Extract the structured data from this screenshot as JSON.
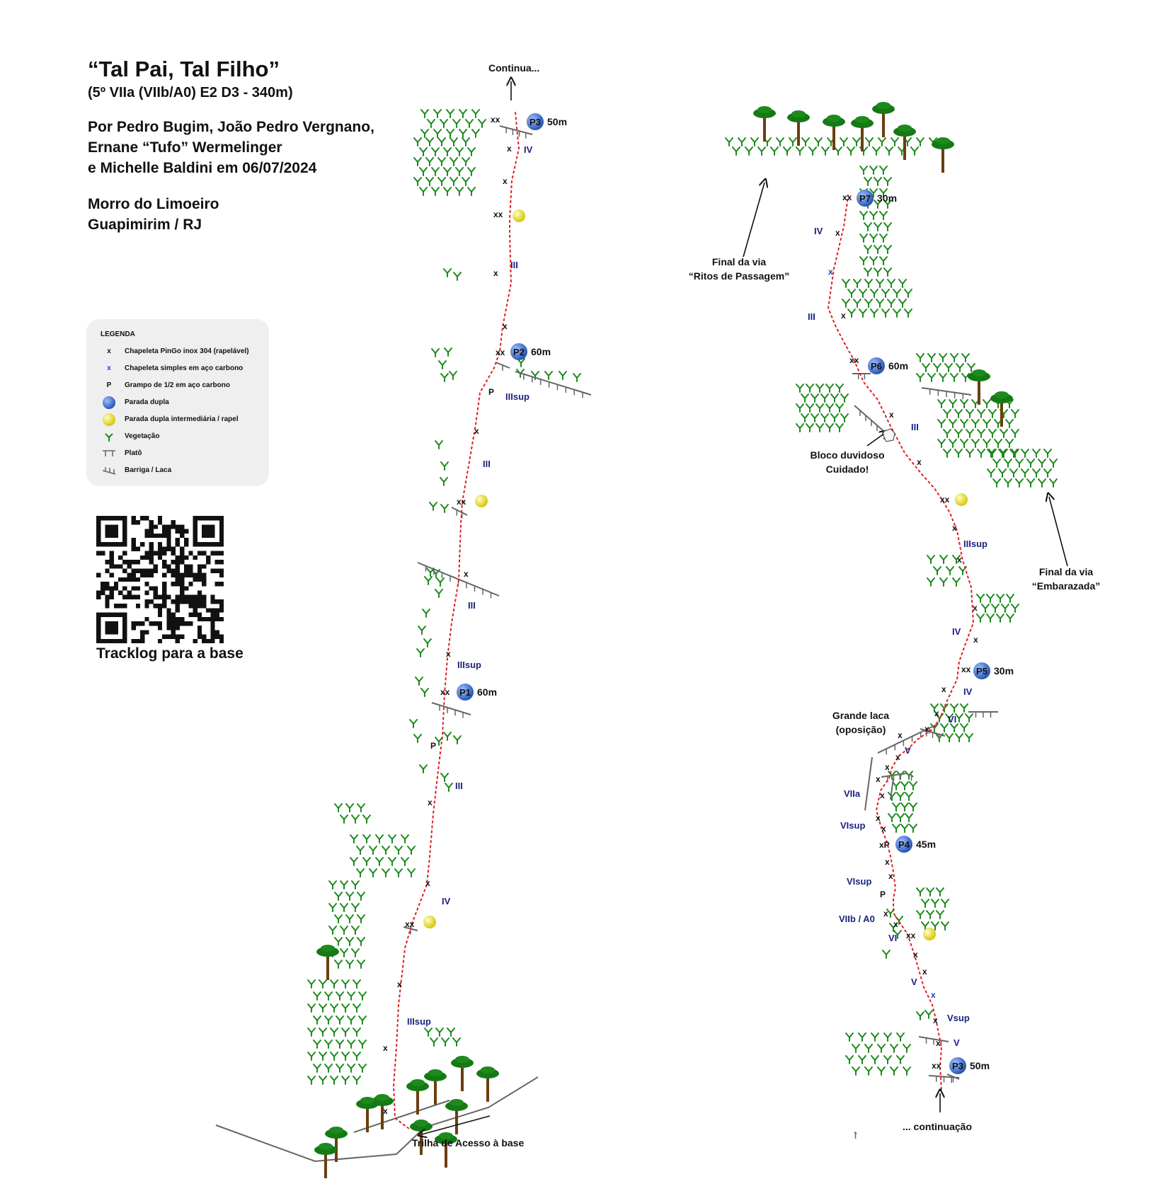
{
  "header": {
    "title": "“Tal Pai, Tal Filho”",
    "subtitle": "(5º VIIa (VIIb/A0) E2 D3 - 340m)",
    "authors_line1": "Por Pedro Bugim, João Pedro Vergnano,",
    "authors_line2": "Ernane “Tufo” Wermelinger",
    "authors_line3": "e Michelle Baldini em 06/07/2024",
    "location_line1": "Morro do Limoeiro",
    "location_line2": "Guapimirim / RJ"
  },
  "legend": {
    "title": "LEGENDA",
    "items": [
      {
        "symbol": "x",
        "color": "#111111",
        "label": "Chapeleta PinGo inox 304 (rapelável)"
      },
      {
        "symbol": "x",
        "color": "#1a3fd0",
        "label": "Chapeleta simples em aço carbono"
      },
      {
        "symbol": "P",
        "color": "#111111",
        "label": "Grampo de 1/2 em aço carbono"
      },
      {
        "symbol": "blue-ball",
        "color": "#2f63c9",
        "label": "Parada dupla"
      },
      {
        "symbol": "yellow-ball",
        "color": "#f0e020",
        "label": "Parada dupla intermediária / rapel"
      },
      {
        "symbol": "vegetation",
        "color": "#1e8a1e",
        "label": "Vegetação"
      },
      {
        "symbol": "plato",
        "color": "#666666",
        "label": "Platô"
      },
      {
        "symbol": "barriga",
        "color": "#666666",
        "label": "Barriga / Laca"
      }
    ]
  },
  "qr_label": "Tracklog para a base",
  "colors": {
    "rope": "#e02020",
    "anchor_blue": "#2f63c9",
    "anchor_yellow": "#f0e020",
    "vegetation": "#1e8a1e",
    "ledge": "#666666",
    "grade_text": "#1a237e"
  },
  "topo_labels": {
    "continua": "Continua...",
    "continuacao": "... continuação",
    "trilha": "Trilha de Acesso à base",
    "final_ritos_1": "Final da via",
    "final_ritos_2": "“Ritos de Passagem”",
    "final_embarazada_1": "Final da via",
    "final_embarazada_2": "“Embarazada”",
    "bloco_1": "Bloco duvidoso",
    "bloco_2": "Cuidado!",
    "grande_laca_1": "Grande laca",
    "grande_laca_2": "(oposição)"
  },
  "belays": [
    {
      "name": "P1",
      "length": "60m"
    },
    {
      "name": "P2",
      "length": "60m"
    },
    {
      "name": "P3",
      "length": "50m"
    },
    {
      "name": "P3",
      "length": "50m"
    },
    {
      "name": "P4",
      "length": "45m"
    },
    {
      "name": "P5",
      "length": "30m"
    },
    {
      "name": "P6",
      "length": "60m"
    },
    {
      "name": "P7",
      "length": "30m"
    }
  ],
  "grades_left": [
    "IIIsup",
    "IV",
    "III",
    "IIIsup",
    "III",
    "III",
    "IIIsup",
    "III",
    "IV"
  ],
  "grades_right": [
    "V",
    "Vsup",
    "V",
    "VI",
    "VIIb / A0",
    "VIsup",
    "VIsup",
    "VIIa",
    "V",
    "VI",
    "IV",
    "IV",
    "IIIsup",
    "III",
    "III",
    "IV"
  ]
}
